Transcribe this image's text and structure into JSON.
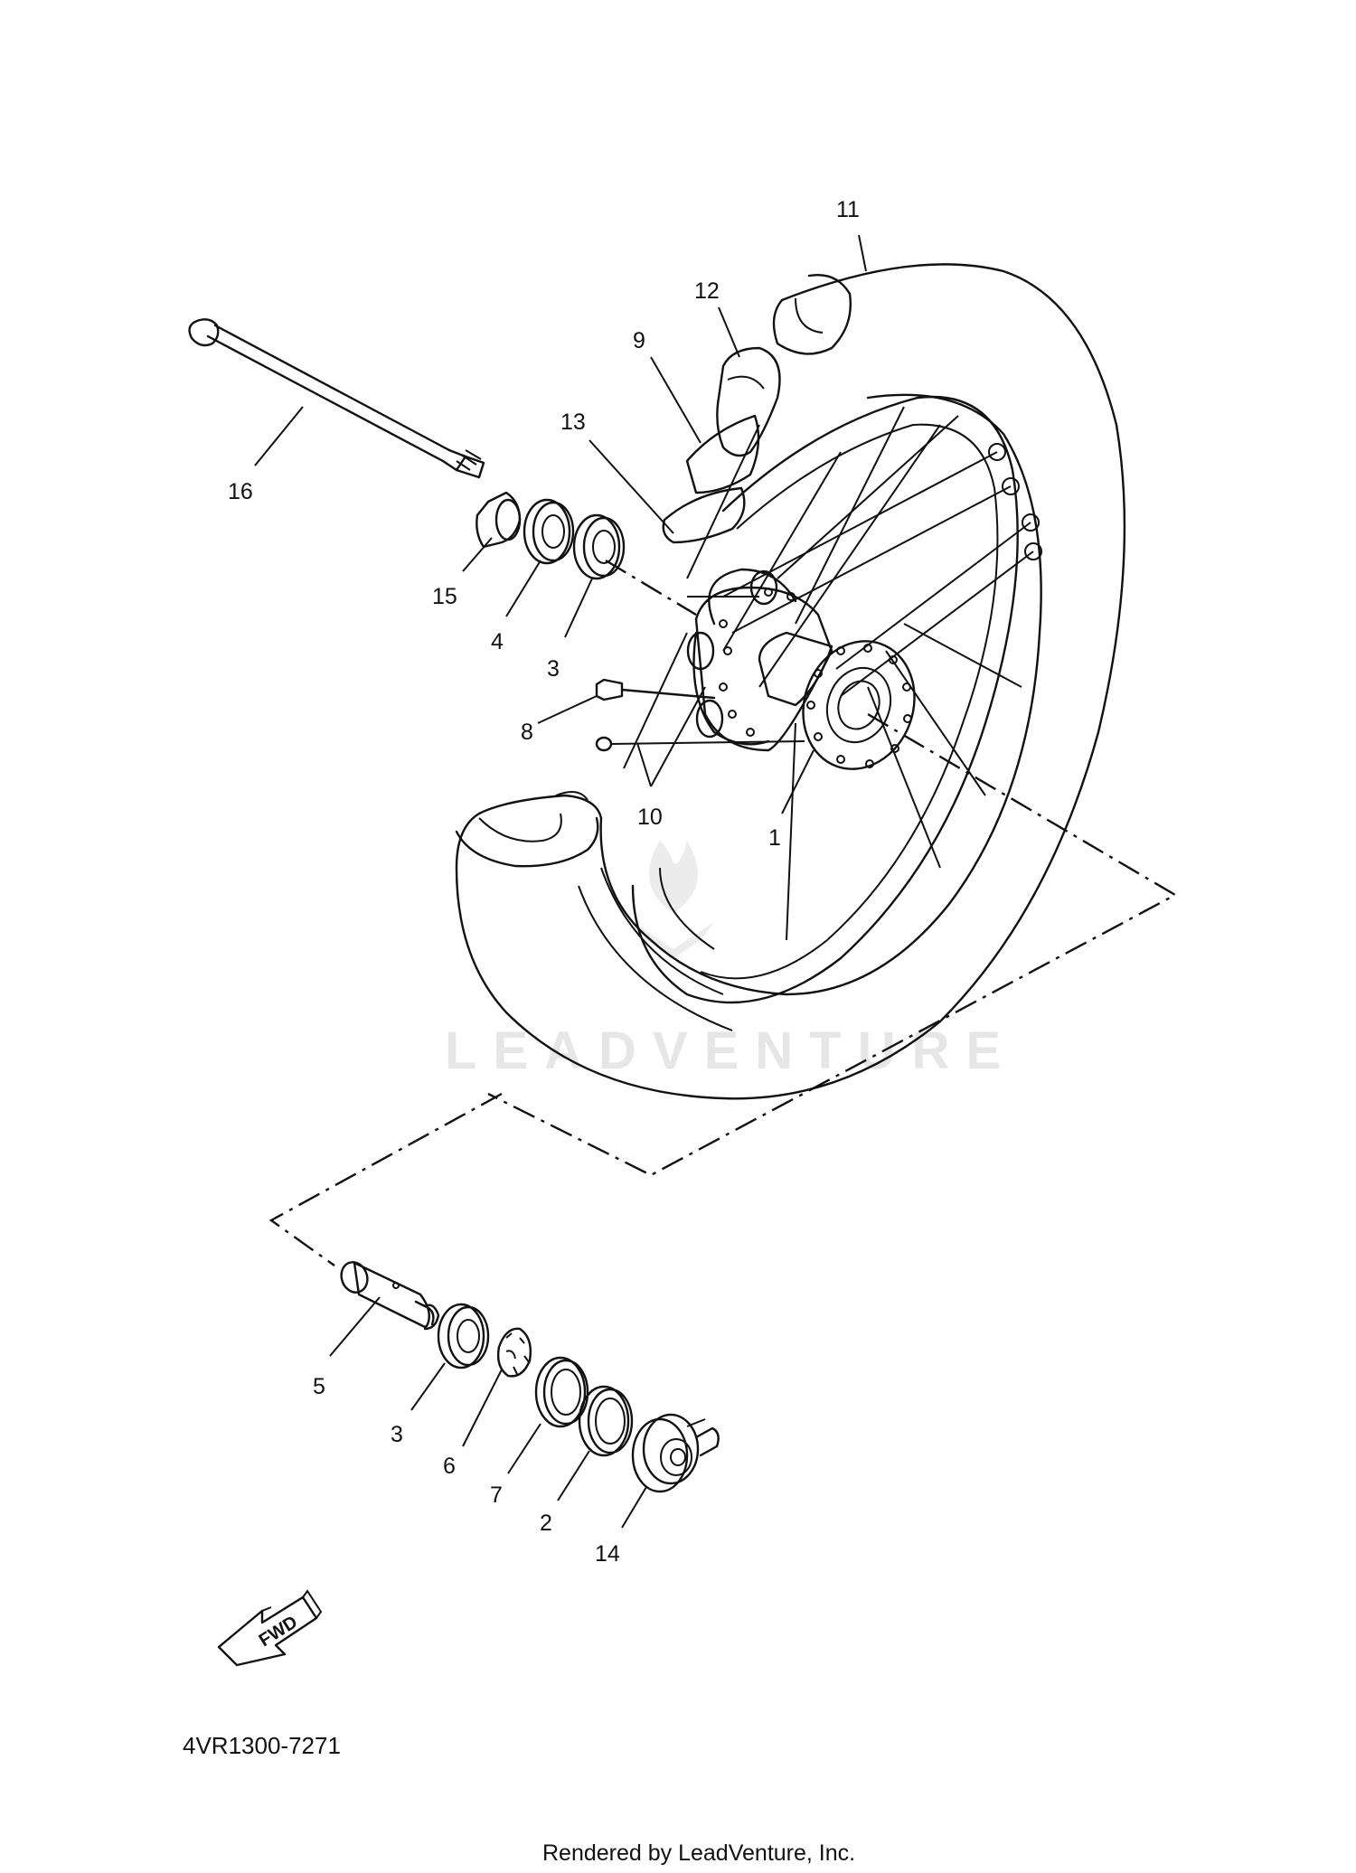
{
  "diagram": {
    "watermark": "LEADVENTURE",
    "part_code": "4VR1300-7271",
    "footer": "Rendered by LeadVenture, Inc.",
    "fwd_label": "FWD",
    "callouts": {
      "c1": "1",
      "c2": "2",
      "c3a": "3",
      "c3b": "3",
      "c4": "4",
      "c5": "5",
      "c6": "6",
      "c7": "7",
      "c8": "8",
      "c9": "9",
      "c10": "10",
      "c11": "11",
      "c12": "12",
      "c13": "13",
      "c14": "14",
      "c15": "15",
      "c16": "16"
    }
  }
}
